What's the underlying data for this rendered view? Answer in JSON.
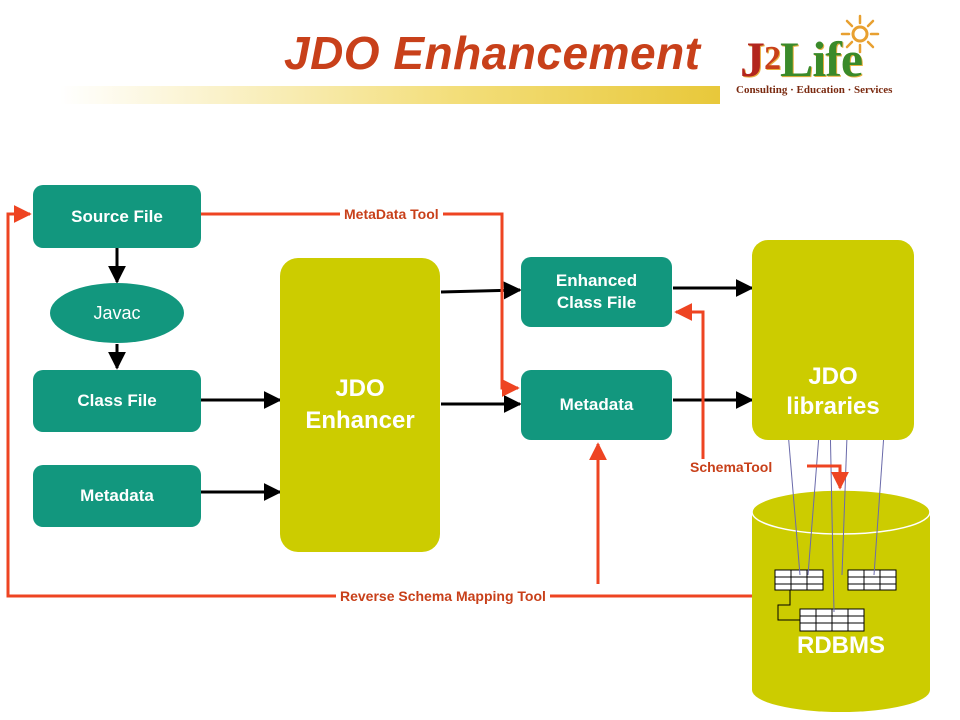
{
  "title": "JDO Enhancement",
  "logo": {
    "main_j": "J",
    "main_two": "2",
    "main_life": "Life",
    "tagline": "Consulting · Education · Services"
  },
  "nodes": {
    "source_file": "Source File",
    "javac": "Javac",
    "class_file": "Class File",
    "metadata_input": "Metadata",
    "enhancer_line1": "JDO",
    "enhancer_line2": "Enhancer",
    "enhanced_line1": "Enhanced",
    "enhanced_line2": "Class File",
    "metadata_output": "Metadata",
    "libraries_line1": "JDO",
    "libraries_line2": "libraries",
    "rdbms": "RDBMS"
  },
  "tools": {
    "metadata_tool": "MetaData Tool",
    "schema_tool": "SchemaTool",
    "reverse_schema_tool": "Reverse Schema Mapping Tool"
  },
  "colors": {
    "node_teal": "#12977e",
    "enhancer_yellow": "#cccc00",
    "tool_red": "#ee4422",
    "title_red": "#c8401a"
  }
}
